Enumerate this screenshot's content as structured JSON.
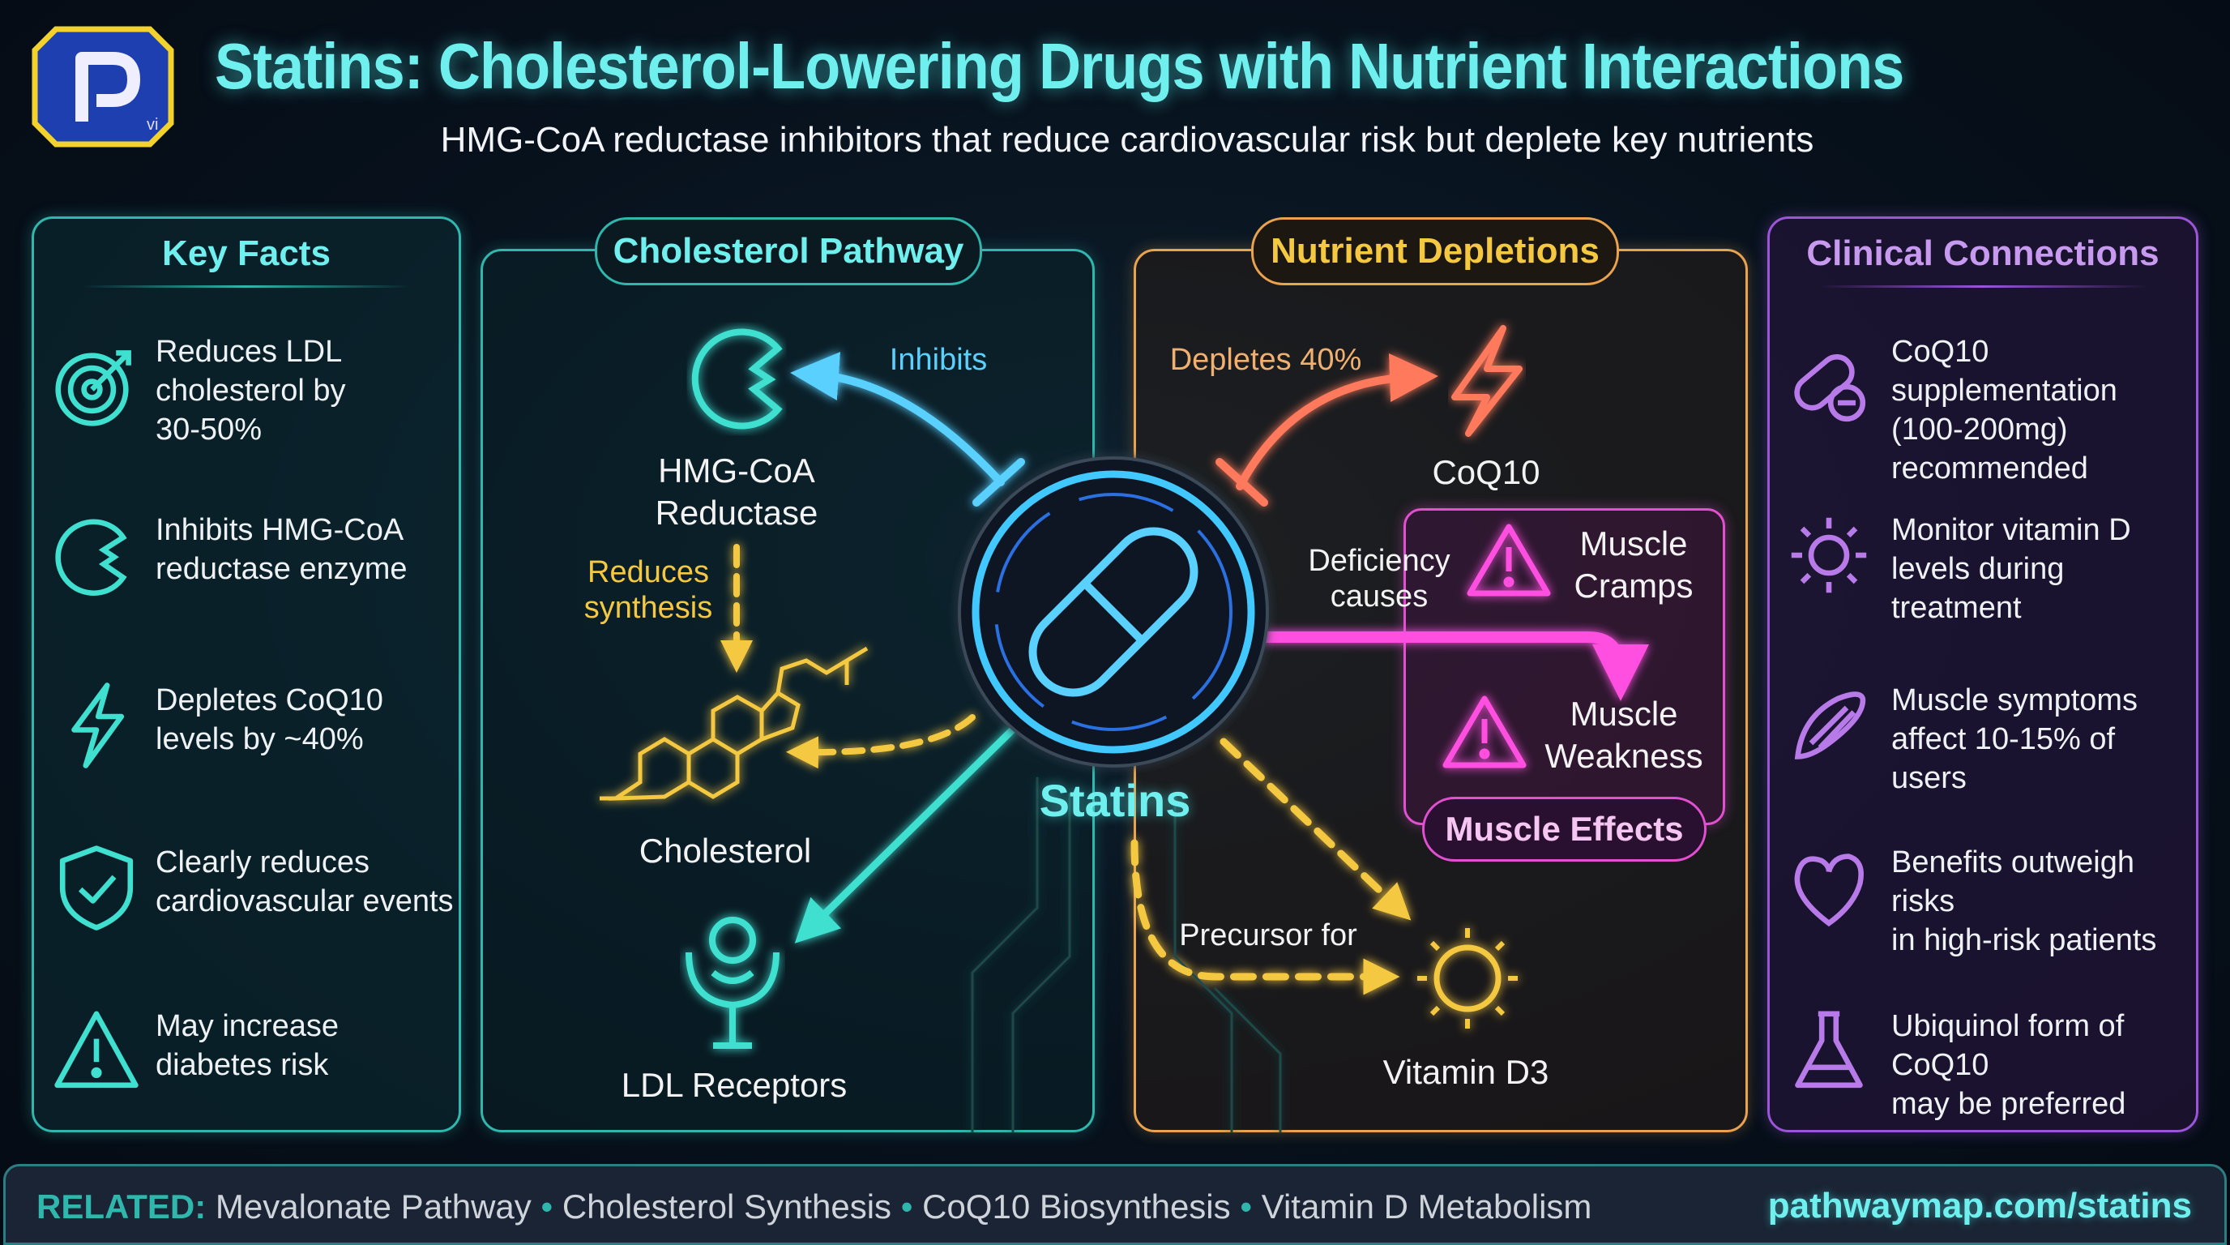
{
  "header": {
    "title": "Statins: Cholesterol-Lowering Drugs with Nutrient Interactions",
    "subtitle": "HMG-CoA reductase inhibitors that reduce cardiovascular risk but deplete key nutrients",
    "logo_text": "P vi"
  },
  "colors": {
    "teal": "#2fb7ad",
    "cyan": "#6ff0ef",
    "orange": "#e9a24e",
    "coral": "#ff7a5c",
    "pink": "#ff4fe0",
    "purple": "#9b55d8",
    "yellow": "#f5c842",
    "blue": "#3fc8ff"
  },
  "key_facts": {
    "title": "Key Facts",
    "items": [
      {
        "icon": "target-icon",
        "lines": [
          "Reduces LDL",
          "cholesterol by",
          "30-50%"
        ]
      },
      {
        "icon": "enzyme-icon",
        "lines": [
          "Inhibits HMG-CoA",
          "reductase enzyme"
        ]
      },
      {
        "icon": "lightning-icon",
        "lines": [
          "Depletes CoQ10",
          "levels by ~40%"
        ]
      },
      {
        "icon": "shield-check-icon",
        "lines": [
          "Clearly reduces",
          "cardiovascular events"
        ]
      },
      {
        "icon": "warning-icon",
        "lines": [
          "May increase",
          "diabetes risk"
        ]
      }
    ]
  },
  "cholesterol_pathway": {
    "title": "Cholesterol Pathway",
    "hmg_label": [
      "HMG-CoA",
      "Reductase"
    ],
    "inhibits": "Inhibits",
    "reduces": [
      "Reduces",
      "synthesis"
    ],
    "cholesterol": "Cholesterol",
    "ldl": "LDL Receptors"
  },
  "center": {
    "label": "Statins",
    "icon": "pill-icon"
  },
  "nutrient_depletions": {
    "title": "Nutrient Depletions",
    "depletes": "Depletes 40%",
    "coq10": "CoQ10",
    "deficiency": [
      "Deficiency",
      "causes"
    ],
    "cramps": [
      "Muscle",
      "Cramps"
    ],
    "weakness": [
      "Muscle",
      "Weakness"
    ],
    "muscle_effects": "Muscle Effects",
    "precursor": "Precursor for",
    "vitd": "Vitamin D3"
  },
  "clinical": {
    "title": "Clinical Connections",
    "items": [
      {
        "icon": "capsule-icon",
        "lines": [
          "CoQ10 supplementation",
          "(100-200mg)",
          "recommended"
        ]
      },
      {
        "icon": "sun-icon",
        "lines": [
          "Monitor vitamin D",
          "levels during treatment"
        ]
      },
      {
        "icon": "muscle-icon",
        "lines": [
          "Muscle symptoms",
          "affect 10-15% of users"
        ]
      },
      {
        "icon": "heart-icon",
        "lines": [
          "Benefits outweigh risks",
          "in high-risk patients"
        ]
      },
      {
        "icon": "flask-icon",
        "lines": [
          "Ubiquinol form of CoQ10",
          "may be preferred"
        ]
      }
    ]
  },
  "footer": {
    "related_label": "RELATED:",
    "related": [
      "Mevalonate Pathway",
      "Cholesterol Synthesis",
      "CoQ10 Biosynthesis",
      "Vitamin D Metabolism"
    ],
    "url": "pathwaymap.com/statins"
  }
}
